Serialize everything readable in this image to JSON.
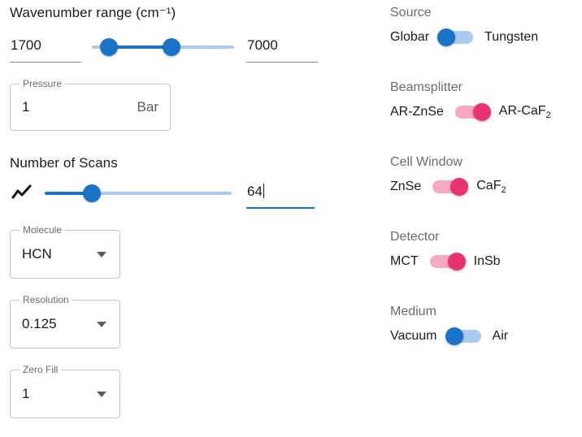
{
  "left": {
    "wavenumber": {
      "title": "Wavenumber range (cm⁻¹)",
      "min_value": "1700",
      "max_value": "7000",
      "slider": {
        "lower_pct": 12,
        "upper_pct": 56
      }
    },
    "pressure": {
      "label": "Pressure",
      "value": "1",
      "unit": "Bar"
    },
    "scans": {
      "title": "Number of Scans",
      "icon": "line-chart-icon",
      "value": "64",
      "slider": {
        "pct": 25
      }
    },
    "molecule": {
      "label": "Molecule",
      "value": "HCN",
      "icon": "chevron-down-icon"
    },
    "resolution": {
      "label": "Resolution",
      "value": "0.125",
      "icon": "chevron-down-icon"
    },
    "zero_fill": {
      "label": "Zero Fill",
      "value": "1",
      "icon": "chevron-down-icon"
    }
  },
  "right": {
    "groups": [
      {
        "label": "Source",
        "left_option": "Globar",
        "right_option": "Tungsten",
        "state": "off",
        "color": "blue"
      },
      {
        "label": "Beamsplitter",
        "left_option": "AR-ZnSe",
        "right_option": "AR-CaF₂",
        "state": "on",
        "color": "pink"
      },
      {
        "label": "Cell Window",
        "left_option": "ZnSe",
        "right_option": "CaF₂",
        "state": "on",
        "color": "pink"
      },
      {
        "label": "Detector",
        "left_option": "MCT",
        "right_option": "InSb",
        "state": "on",
        "color": "pink"
      },
      {
        "label": "Medium",
        "left_option": "Vacuum",
        "right_option": "Air",
        "state": "off",
        "color": "blue"
      }
    ]
  },
  "colors": {
    "accent_blue": "#1a73c7",
    "accent_blue_light": "#a9cbf0",
    "accent_pink": "#e8336e",
    "accent_pink_light": "#f7a8c4",
    "label_gray": "#6b6b6b",
    "border_gray": "#c6c6c6"
  }
}
